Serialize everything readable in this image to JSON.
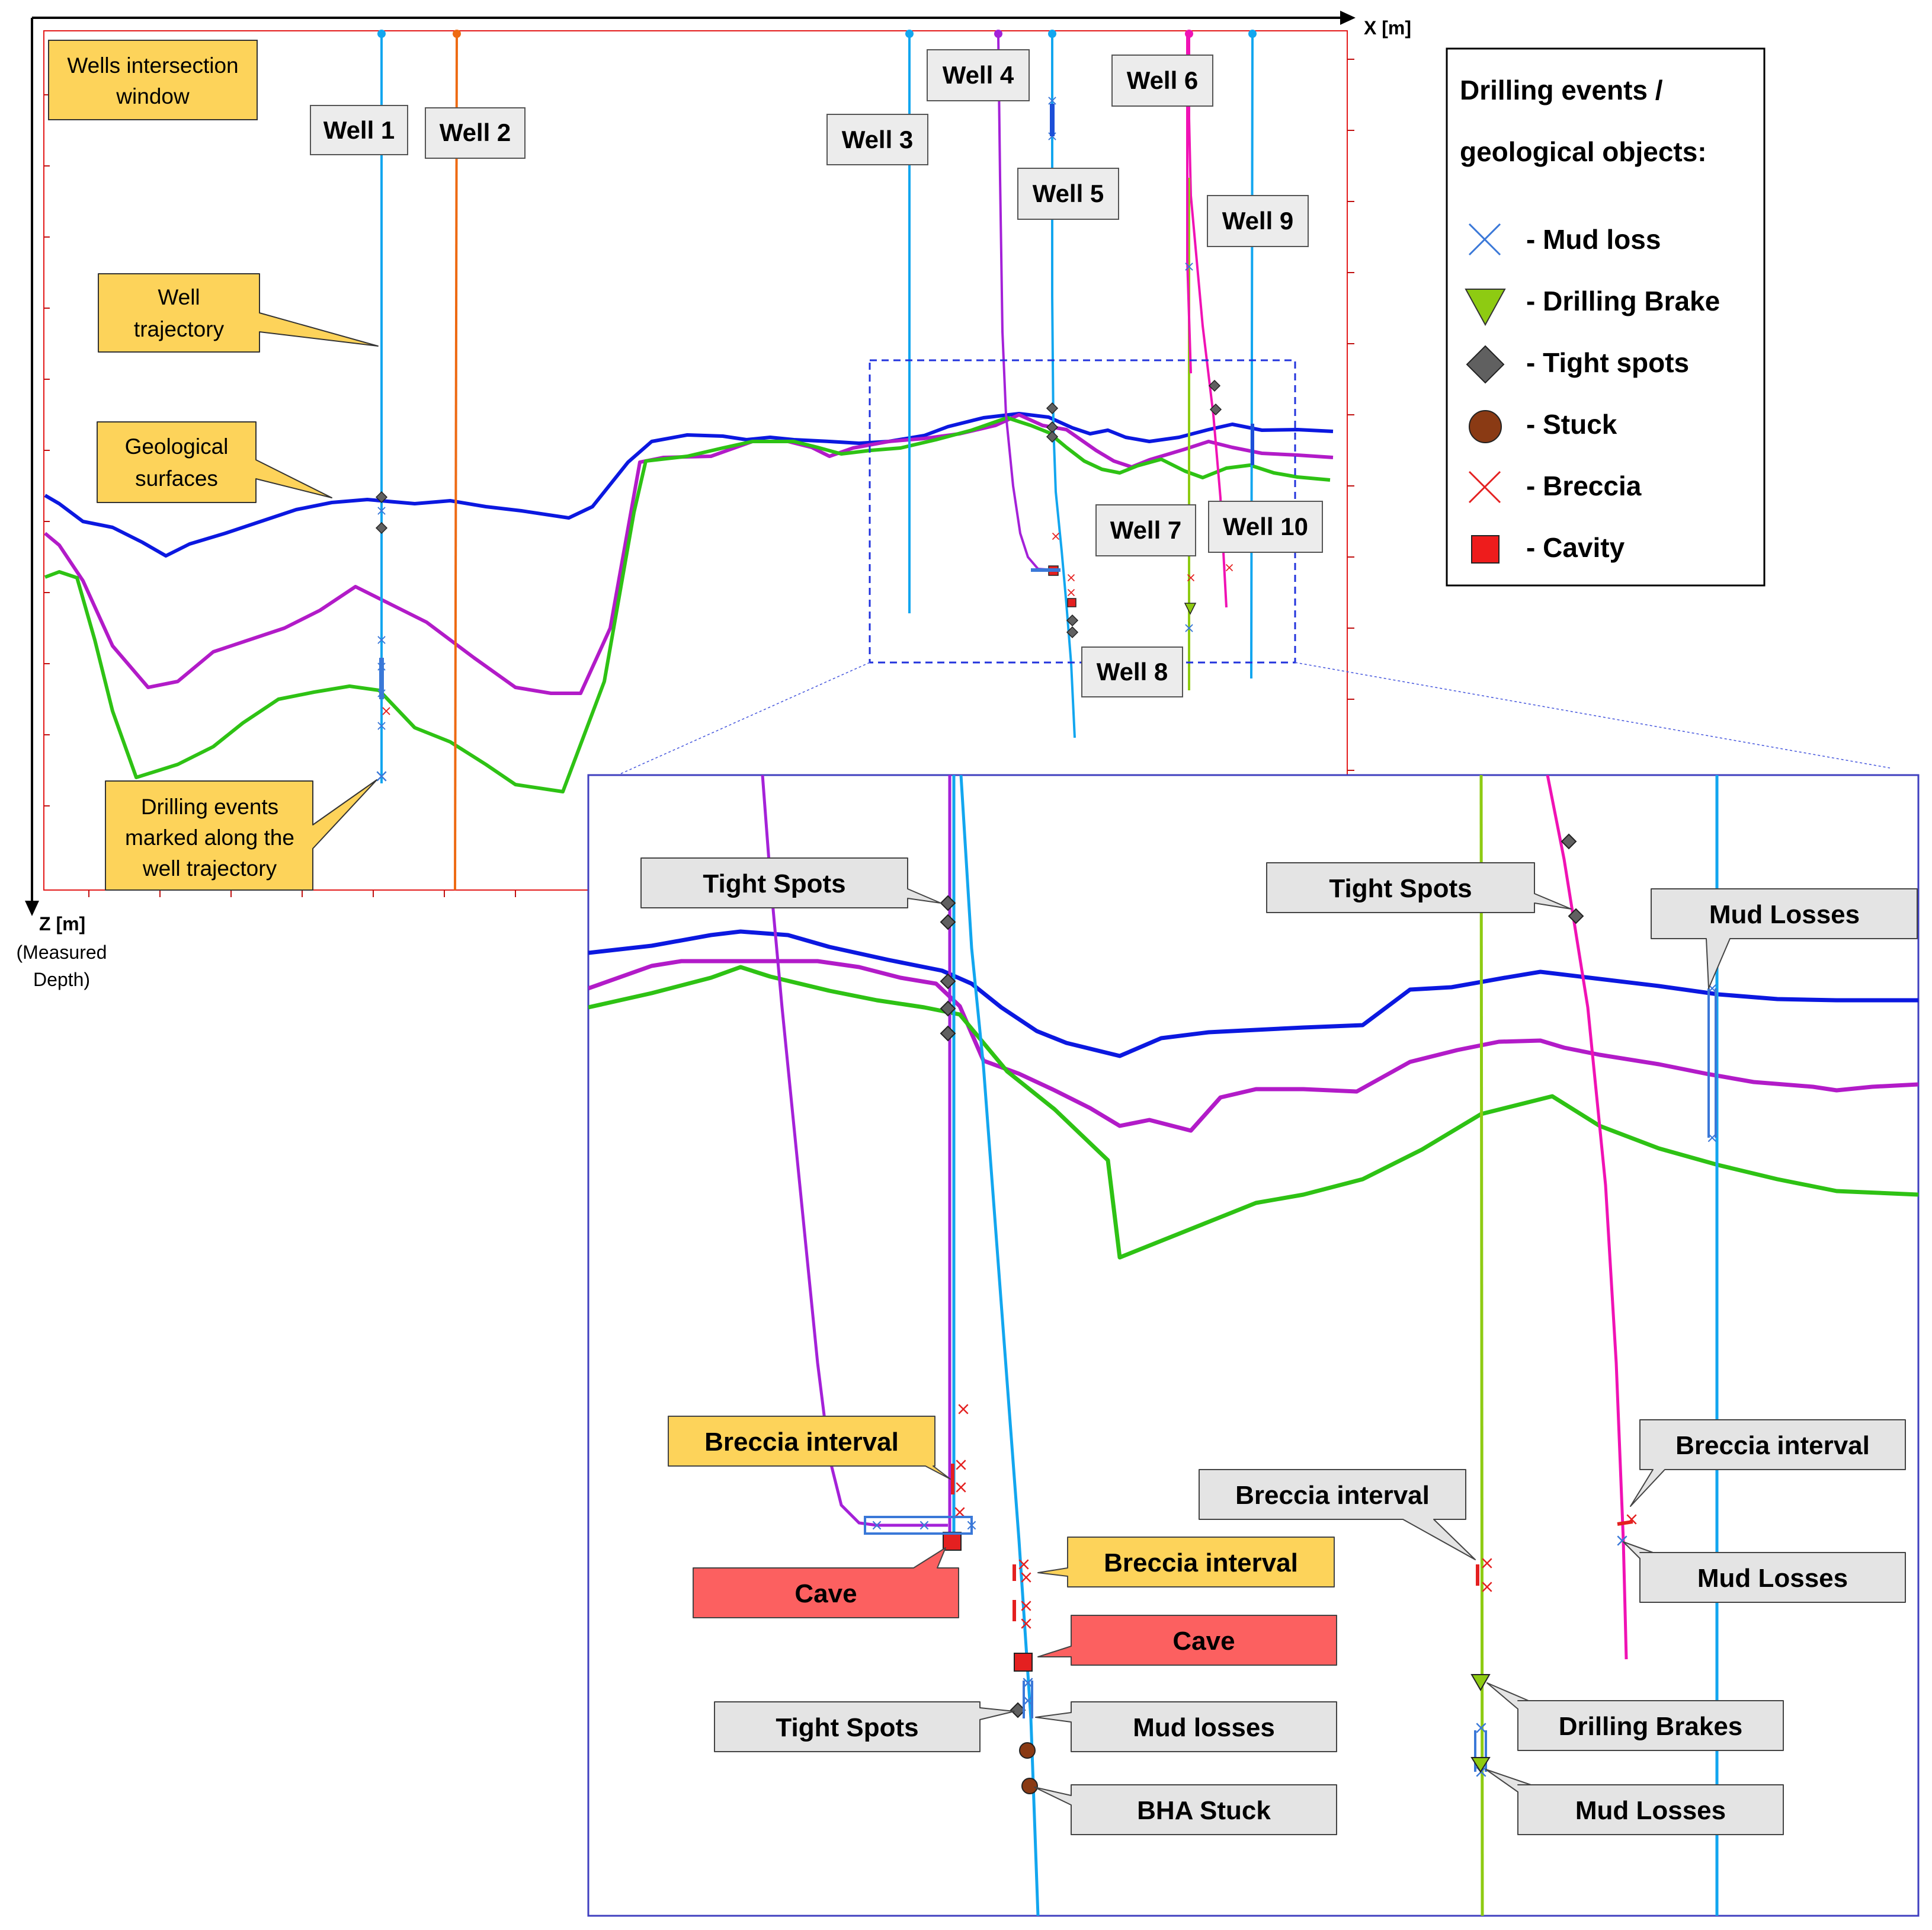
{
  "axes": {
    "x_label": "X [m]",
    "z_label": "Z [m]",
    "z_sub1": "(Measured",
    "z_sub2": "Depth)"
  },
  "wells": [
    "Well 1",
    "Well 2",
    "Well 3",
    "Well 4",
    "Well 5",
    "Well 6",
    "Well 7",
    "Well 8",
    "Well 9",
    "Well 10"
  ],
  "annotations": {
    "window_l1": "Wells intersection",
    "window_l2": "window",
    "traj_l1": "Well",
    "traj_l2": "trajectory",
    "geo_l1": "Geological",
    "geo_l2": "surfaces",
    "events_l1": "Drilling events",
    "events_l2": "marked along the",
    "events_l3": "well trajectory"
  },
  "legend": {
    "title_l1": "Drilling events /",
    "title_l2": "geological objects:",
    "items": [
      "- Mud loss",
      "- Drilling Brake",
      "- Tight spots",
      "- Stuck",
      "- Breccia",
      "- Cavity"
    ]
  },
  "zoom_callouts": {
    "tight_spots_1": "Tight Spots",
    "tight_spots_2": "Tight Spots",
    "mud_losses_1": "Mud Losses",
    "breccia_1": "Breccia interval",
    "cave_1": "Cave",
    "breccia_2": "Breccia interval",
    "cave_2": "Cave",
    "tight_spots_3": "Tight Spots",
    "mud_losses_2": "Mud losses",
    "bha_stuck": "BHA Stuck",
    "breccia_3": "Breccia interval",
    "breccia_4": "Breccia interval",
    "mud_losses_3": "Mud Losses",
    "drilling_brakes": "Drilling Brakes",
    "mud_losses_4": "Mud Losses"
  },
  "colors": {
    "surface_top": "#0b18e0",
    "surface_mid": "#b21bc8",
    "surface_bottom": "#2ec214",
    "well_cyan": "#12a6ef",
    "well_orange": "#ee6a12",
    "well_purple": "#a421d8",
    "well_magenta": "#f012b4",
    "well_green": "#8ecb12",
    "callout_yellow": "#fdd35a",
    "callout_grey": "#e4e4e4",
    "callout_red": "#fc6060"
  }
}
